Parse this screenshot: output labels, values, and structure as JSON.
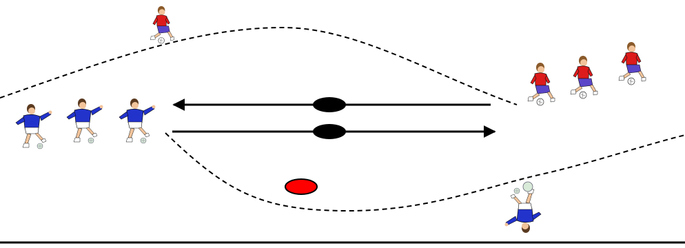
{
  "colors": {
    "background": "#ffffff",
    "line": "#000000",
    "cone_dark": "#000000",
    "cone_red": "#ff0000",
    "team_blue_shirt": "#2233cc",
    "team_red_shirt": "#dd1b1b",
    "team_red_shorts": "#5a45c8",
    "skin": "#f2c49b",
    "ball": "#d8ead8"
  },
  "players": {
    "blue_left": [
      {
        "role": "blue-player",
        "icon": "soccer-player-blue-icon"
      },
      {
        "role": "blue-player",
        "icon": "soccer-player-blue-icon"
      },
      {
        "role": "blue-player",
        "icon": "soccer-player-blue-icon"
      }
    ],
    "red_right": [
      {
        "role": "red-player",
        "icon": "soccer-player-red-icon"
      },
      {
        "role": "red-player",
        "icon": "soccer-player-red-icon"
      },
      {
        "role": "red-player",
        "icon": "soccer-player-red-icon"
      }
    ],
    "red_top": {
      "role": "red-player",
      "icon": "soccer-player-red-icon"
    },
    "blue_bottom": {
      "role": "blue-player-diving",
      "icon": "soccer-player-blue-icon"
    }
  },
  "markers": {
    "arrows": [
      {
        "direction": "left",
        "icon": "arrow-left-icon"
      },
      {
        "direction": "right",
        "icon": "arrow-right-icon"
      }
    ],
    "cones": [
      "cone-black",
      "cone-black",
      "cone-red"
    ]
  }
}
